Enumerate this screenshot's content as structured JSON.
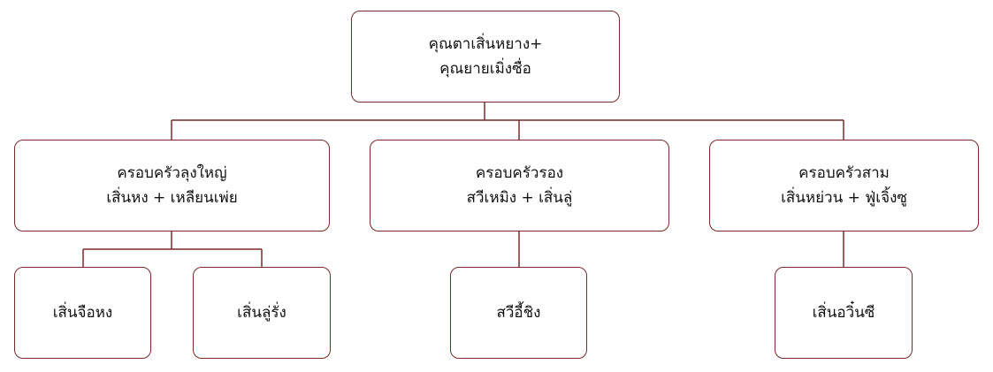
{
  "line_color": "#7b2a2a",
  "border_color": "#7b2a2a",
  "root": {
    "line1": "คุณตาเสิ่นหยาง+",
    "line2": "คุณยายเมิ่งซื่อ"
  },
  "families": [
    {
      "title": "ครอบครัวลุงใหญ่",
      "couple": "เสิ่นหง + เหลียนเพ่ย",
      "children": [
        "เสิ่นจือหง",
        "เสิ่นลู่รั่ง"
      ]
    },
    {
      "title": "ครอบครัวรอง",
      "couple": "สวีเหมิง + เสิ่นลู่",
      "children": [
        "สวีอี้ชิง"
      ]
    },
    {
      "title": "ครอบครัวสาม",
      "couple": "เสิ่นหย่วน + ฟู่เจิ้งซู",
      "children": [
        "เสิ่นอวิ๋นซี"
      ]
    }
  ]
}
